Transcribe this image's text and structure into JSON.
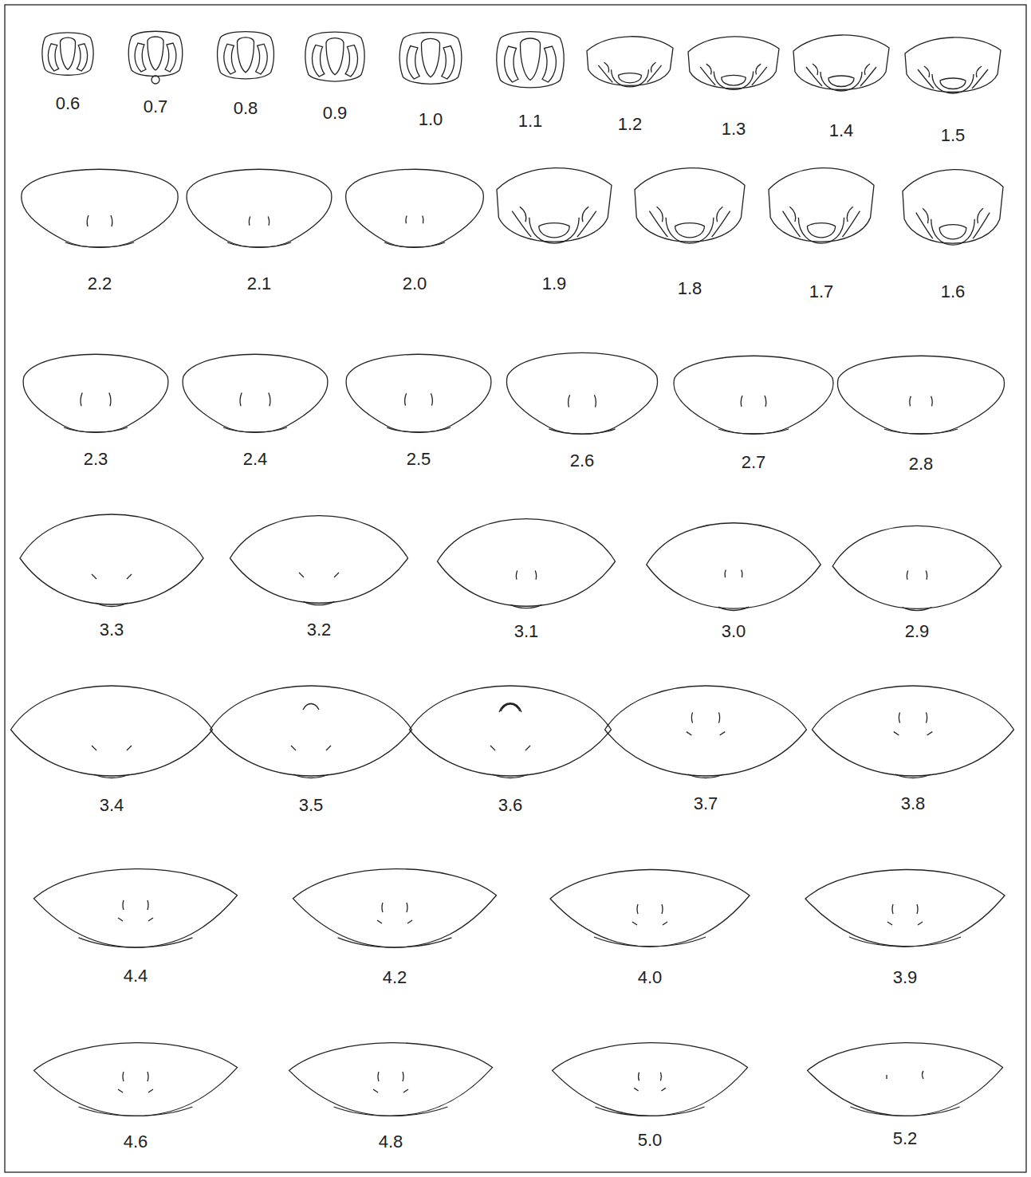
{
  "diagram": {
    "labels": [
      "0.6",
      "0.7",
      "0.8",
      "0.9",
      "1.0",
      "1.1",
      "1.2",
      "1.3",
      "1.4",
      "1.5",
      "2.2",
      "2.1",
      "2.0",
      "1.9",
      "1.8",
      "1.7",
      "1.6",
      "2.3",
      "2.4",
      "2.5",
      "2.6",
      "2.7",
      "2.8",
      "3.3",
      "3.2",
      "3.1",
      "3.0",
      "2.9",
      "3.4",
      "3.5",
      "3.6",
      "3.7",
      "3.8",
      "4.4",
      "4.2",
      "4.0",
      "3.9",
      "4.6",
      "4.8",
      "5.0",
      "5.2"
    ]
  }
}
